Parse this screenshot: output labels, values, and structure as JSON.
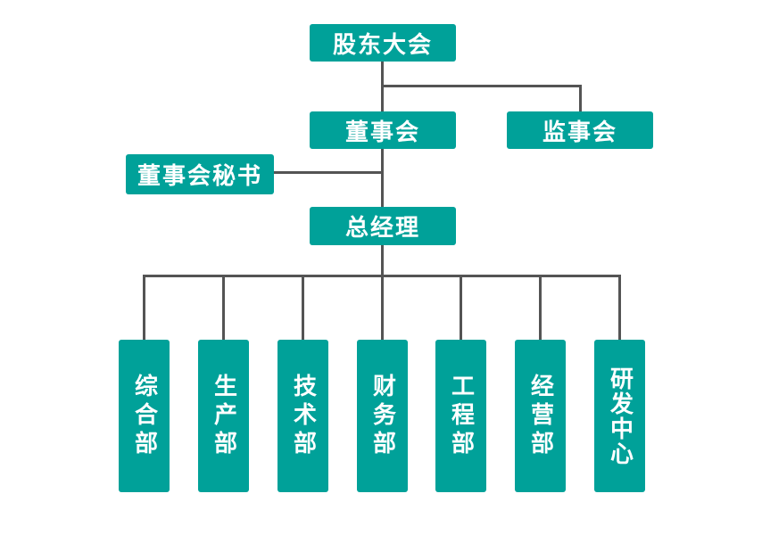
{
  "org": {
    "root": {
      "label": "股东大会"
    },
    "board": {
      "label": "董事会"
    },
    "supervisory": {
      "label": "监事会"
    },
    "secretary": {
      "label": "董事会秘书"
    },
    "general_manager": {
      "label": "总经理"
    },
    "departments": [
      {
        "label": "综合部"
      },
      {
        "label": "生产部"
      },
      {
        "label": "技术部"
      },
      {
        "label": "财务部"
      },
      {
        "label": "工程部"
      },
      {
        "label": "经营部"
      },
      {
        "label": "研发中心"
      }
    ],
    "edges": [
      {
        "from": "股东大会",
        "to": "董事会"
      },
      {
        "from": "股东大会",
        "to": "监事会"
      },
      {
        "from": "董事会",
        "to": "董事会秘书"
      },
      {
        "from": "董事会",
        "to": "总经理"
      },
      {
        "from": "总经理",
        "to": "综合部"
      },
      {
        "from": "总经理",
        "to": "生产部"
      },
      {
        "from": "总经理",
        "to": "技术部"
      },
      {
        "from": "总经理",
        "to": "财务部"
      },
      {
        "from": "总经理",
        "to": "工程部"
      },
      {
        "from": "总经理",
        "to": "经营部"
      },
      {
        "from": "总经理",
        "to": "研发中心"
      }
    ]
  },
  "colors": {
    "box": "#00a199",
    "text": "#ffffff",
    "line": "#545454",
    "background": "#ffffff"
  }
}
